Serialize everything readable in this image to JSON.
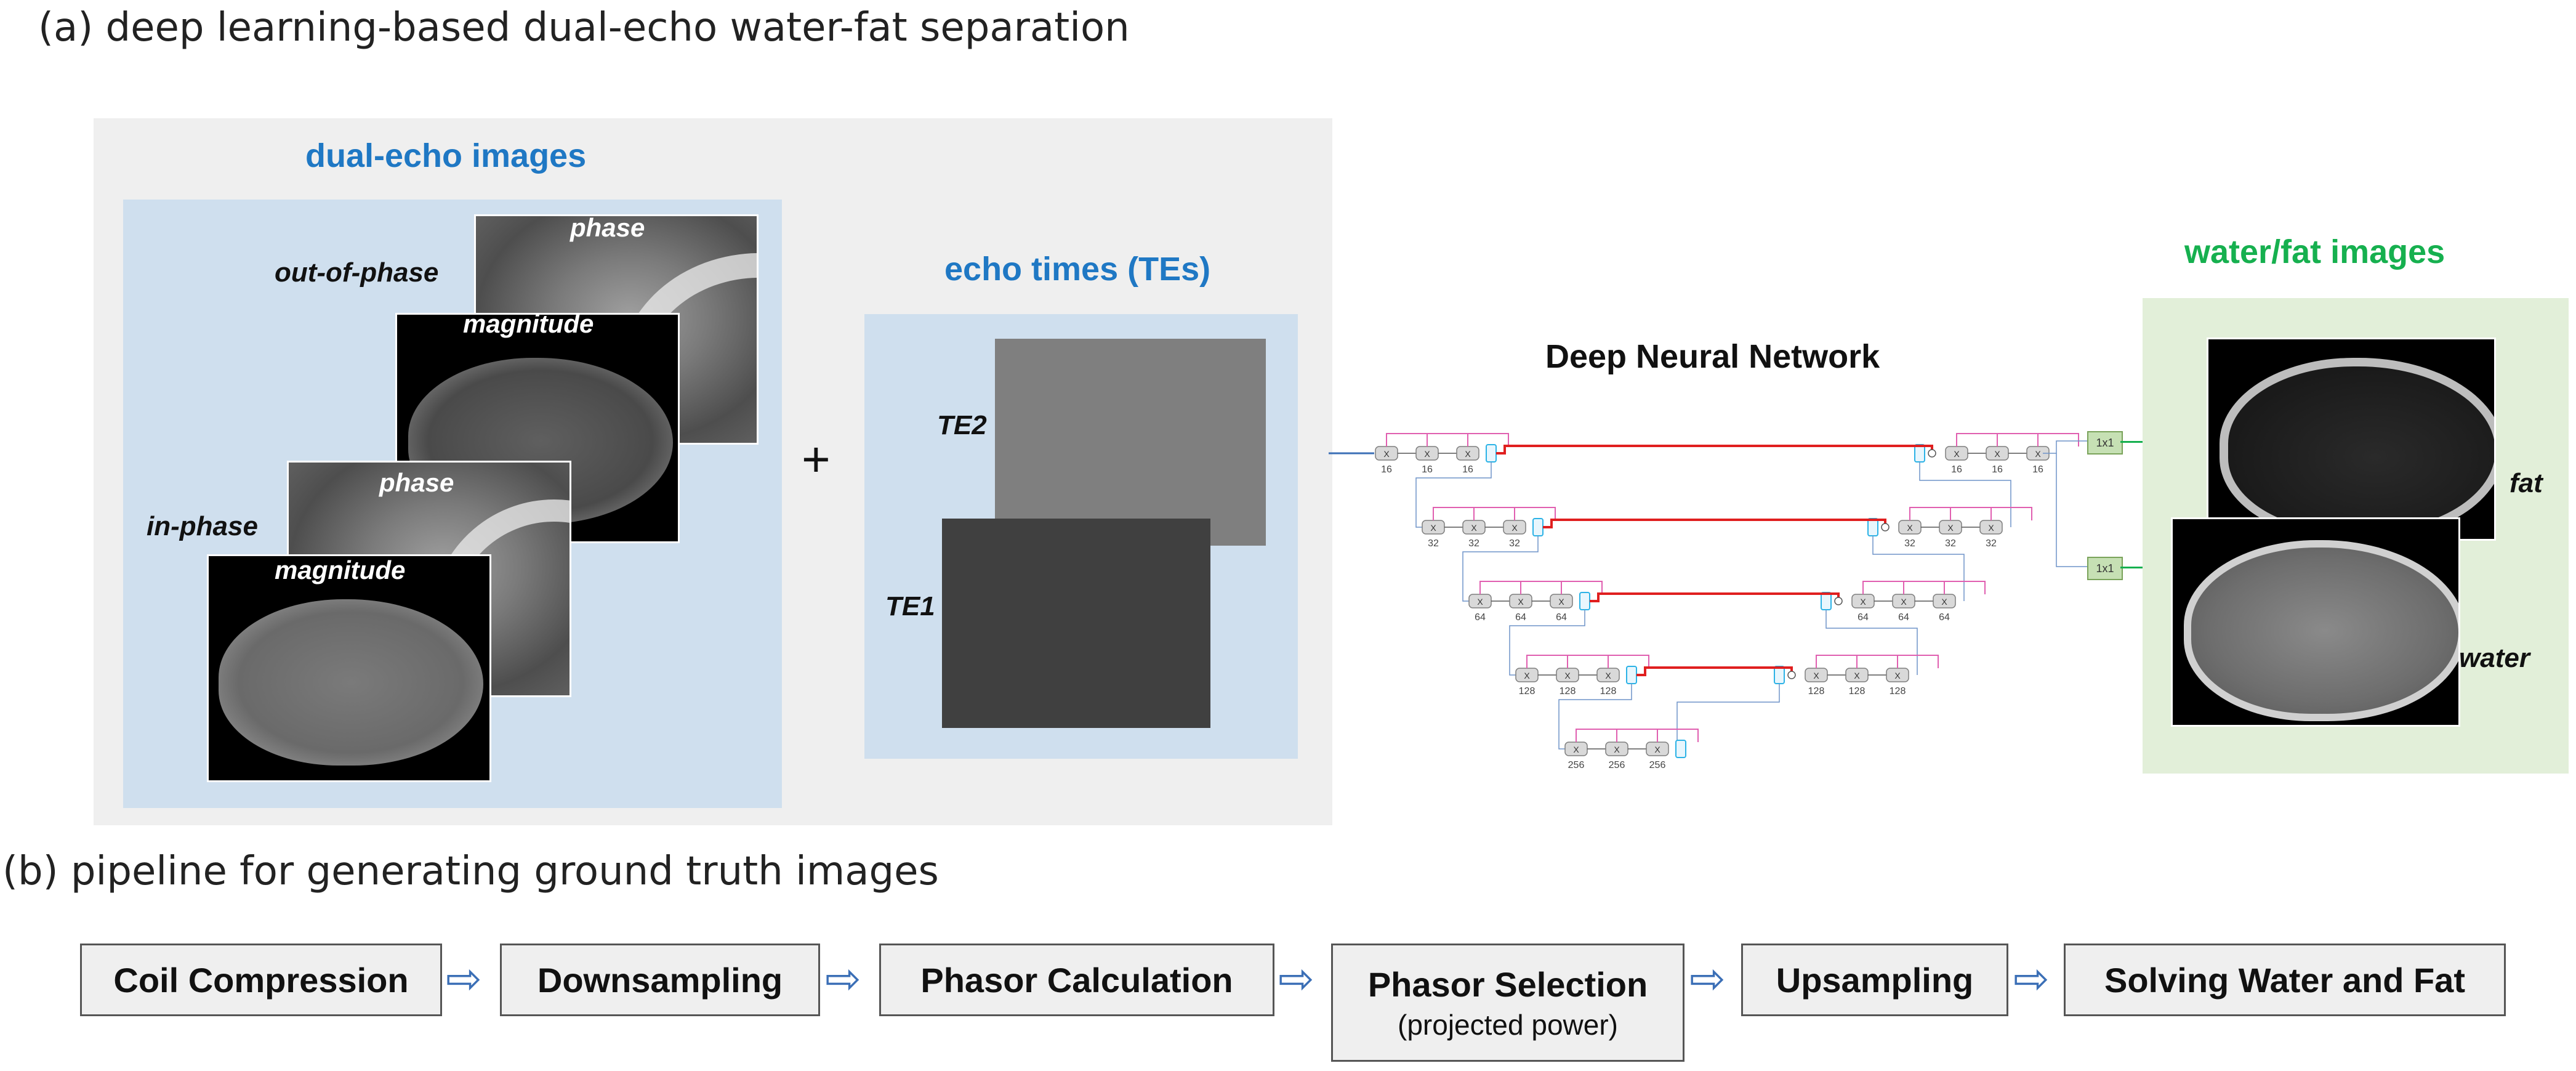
{
  "title_a": "(a) deep learning-based dual-echo water-fat separation",
  "title_b": "(b) pipeline for generating ground truth images",
  "dual_echo": {
    "heading": "dual-echo images",
    "out_of_phase": "out-of-phase",
    "in_phase": "in-phase",
    "phase": "phase",
    "magnitude": "magnitude"
  },
  "plus": "+",
  "echo_times": {
    "heading": "echo times (TEs)",
    "te2": "TE2",
    "te1": "TE1",
    "te2_color": "#7f7f7f",
    "te1_color": "#404040"
  },
  "network": {
    "title": "Deep Neural Network",
    "levels": [
      {
        "channels": [
          "16",
          "16",
          "16"
        ],
        "up_channels": [
          "16",
          "16",
          "16"
        ]
      },
      {
        "channels": [
          "32",
          "32",
          "32"
        ],
        "up_channels": [
          "32",
          "32",
          "32"
        ]
      },
      {
        "channels": [
          "64",
          "64",
          "64"
        ],
        "up_channels": [
          "64",
          "64",
          "64"
        ]
      },
      {
        "channels": [
          "128",
          "128",
          "128"
        ],
        "up_channels": [
          "128",
          "128",
          "128"
        ]
      },
      {
        "channels": [
          "256",
          "256",
          "256"
        ]
      }
    ],
    "output_conv": "1x1"
  },
  "outputs": {
    "heading": "water/fat images",
    "fat": "fat",
    "water": "water"
  },
  "pipeline": {
    "steps": [
      {
        "label": "Coil Compression"
      },
      {
        "label": "Downsampling"
      },
      {
        "label": "Phasor Calculation"
      },
      {
        "label": "Phasor Selection",
        "sub": "(projected power)"
      },
      {
        "label": "Upsampling"
      },
      {
        "label": "Solving Water and Fat"
      }
    ],
    "arrow": "⇨"
  }
}
